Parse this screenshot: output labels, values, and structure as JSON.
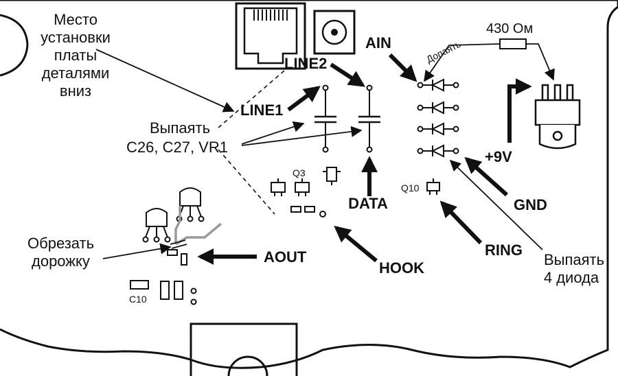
{
  "labels": {
    "mount_place": [
      "Место",
      "установки",
      "платы",
      "деталями",
      "вниз"
    ],
    "line1": "LINE1",
    "line2": "LINE2",
    "desolder_caps": [
      "Выпаять",
      "C26, C27, VR1"
    ],
    "q3": "Q3",
    "cut_track": [
      "Обрезать",
      "дорожку"
    ],
    "c10": "C10",
    "aout": "AOUT",
    "hook": "HOOK",
    "data": "DATA",
    "ain": "AIN",
    "solder_on": "Допаять",
    "resistor": "430 Ом",
    "plus9v": "+9V",
    "q10": "Q10",
    "gnd": "GND",
    "ring": "RING",
    "desolder_diodes": [
      "Выпаять",
      "4 диода"
    ]
  },
  "colors": {
    "ink": "#111111",
    "track": "#9a9a9a",
    "background": "#ffffff"
  }
}
